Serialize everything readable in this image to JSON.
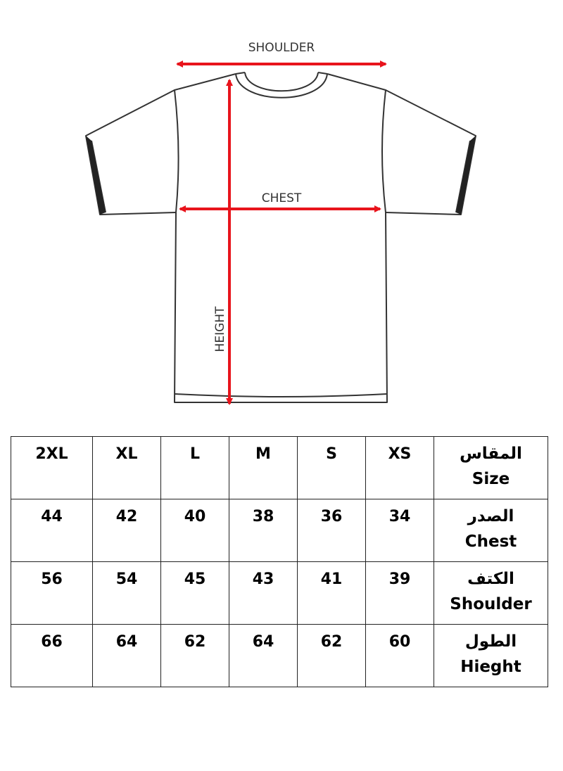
{
  "diagram": {
    "shoulder_label": "SHOULDER",
    "chest_label": "CHEST",
    "height_label": "HEIGHT",
    "arrow_color": "#e8141c",
    "outline_color": "#333333"
  },
  "table": {
    "rows": [
      {
        "header_ar": "المقاس",
        "header_en": "Size",
        "values": [
          "2XL",
          "XL",
          "L",
          "M",
          "S",
          "XS"
        ]
      },
      {
        "header_ar": "الصدر",
        "header_en": "Chest",
        "values": [
          "44",
          "42",
          "40",
          "38",
          "36",
          "34"
        ]
      },
      {
        "header_ar": "الكتف",
        "header_en": "Shoulder",
        "values": [
          "56",
          "54",
          "45",
          "43",
          "41",
          "39"
        ]
      },
      {
        "header_ar": "الطول",
        "header_en": "Hieght",
        "values": [
          "66",
          "64",
          "62",
          "64",
          "62",
          "60"
        ]
      }
    ]
  }
}
